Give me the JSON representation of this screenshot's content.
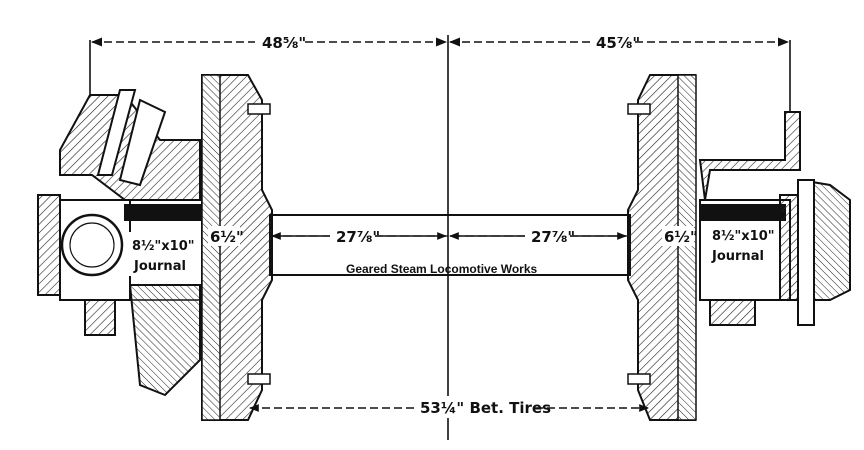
{
  "dimensions": {
    "left_span": "48⅝\"",
    "right_span": "45⅞\"",
    "left_axle": "27⅞\"",
    "right_axle": "27⅞\"",
    "left_hub": "6½\"",
    "right_hub": "6½\"",
    "between_tires": "53¼\" Bet. Tires"
  },
  "journals": {
    "left_size": "8½\"x10\"",
    "left_label": "Journal",
    "right_size": "8½\"x10\"",
    "right_label": "Journal"
  },
  "credit": "Geared Steam Locomotive Works"
}
